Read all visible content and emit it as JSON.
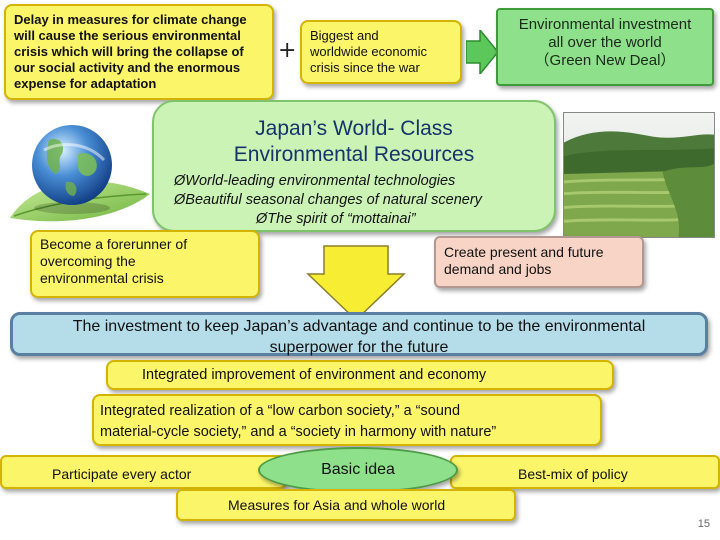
{
  "box_delay": {
    "lines": [
      "Delay in measures for climate change",
      "will cause the serious environmental",
      "crisis which will bring the collapse of",
      "our social activity and the enormous",
      "expense for adaptation"
    ]
  },
  "plus_symbol": "+",
  "box_crisis": {
    "lines": [
      "Biggest and",
      "worldwide economic",
      "crisis since the war"
    ]
  },
  "box_green": {
    "lines": [
      "Environmental investment",
      "all over the world",
      "（Green New Deal）"
    ]
  },
  "japan": {
    "title_lines": [
      "Japan’s World- Class",
      "Environmental Resources"
    ],
    "bullets": [
      "ØWorld-leading environmental technologies",
      "ØBeautiful seasonal changes of natural scenery",
      "ØThe spirit of “mottainai”"
    ]
  },
  "box_forerunner": {
    "lines": [
      "Become a forerunner of",
      "overcoming the",
      "environmental crisis"
    ]
  },
  "box_demand": {
    "lines": [
      "Create present and future",
      "demand and jobs"
    ]
  },
  "investment": {
    "lines": [
      "The investment to keep Japan’s advantage and continue to be the environmental",
      "superpower for the future"
    ]
  },
  "integrated_improvement": "Integrated improvement of environment and economy",
  "integrated_realization": {
    "lines": [
      "Integrated realization of  a “low carbon society,” a “sound",
      "material-cycle society,” and a “society in harmony with nature”"
    ]
  },
  "participate": "Participate every actor",
  "basic_idea": "Basic idea",
  "best_mix": "Best-mix of policy",
  "asia": "Measures for Asia and whole world",
  "page_number": "15",
  "colors": {
    "yellow_fill": "#fbf56a",
    "green_fill": "#8ee08a",
    "light_green_fill": "#cbf3b6",
    "pink_fill": "#f8d4c6",
    "blue_fill": "#b4dde9",
    "title_blue": "#15346b"
  },
  "images": {
    "globe": "earth-globe-on-leaf-image",
    "field": "rice-terraces-photo"
  }
}
